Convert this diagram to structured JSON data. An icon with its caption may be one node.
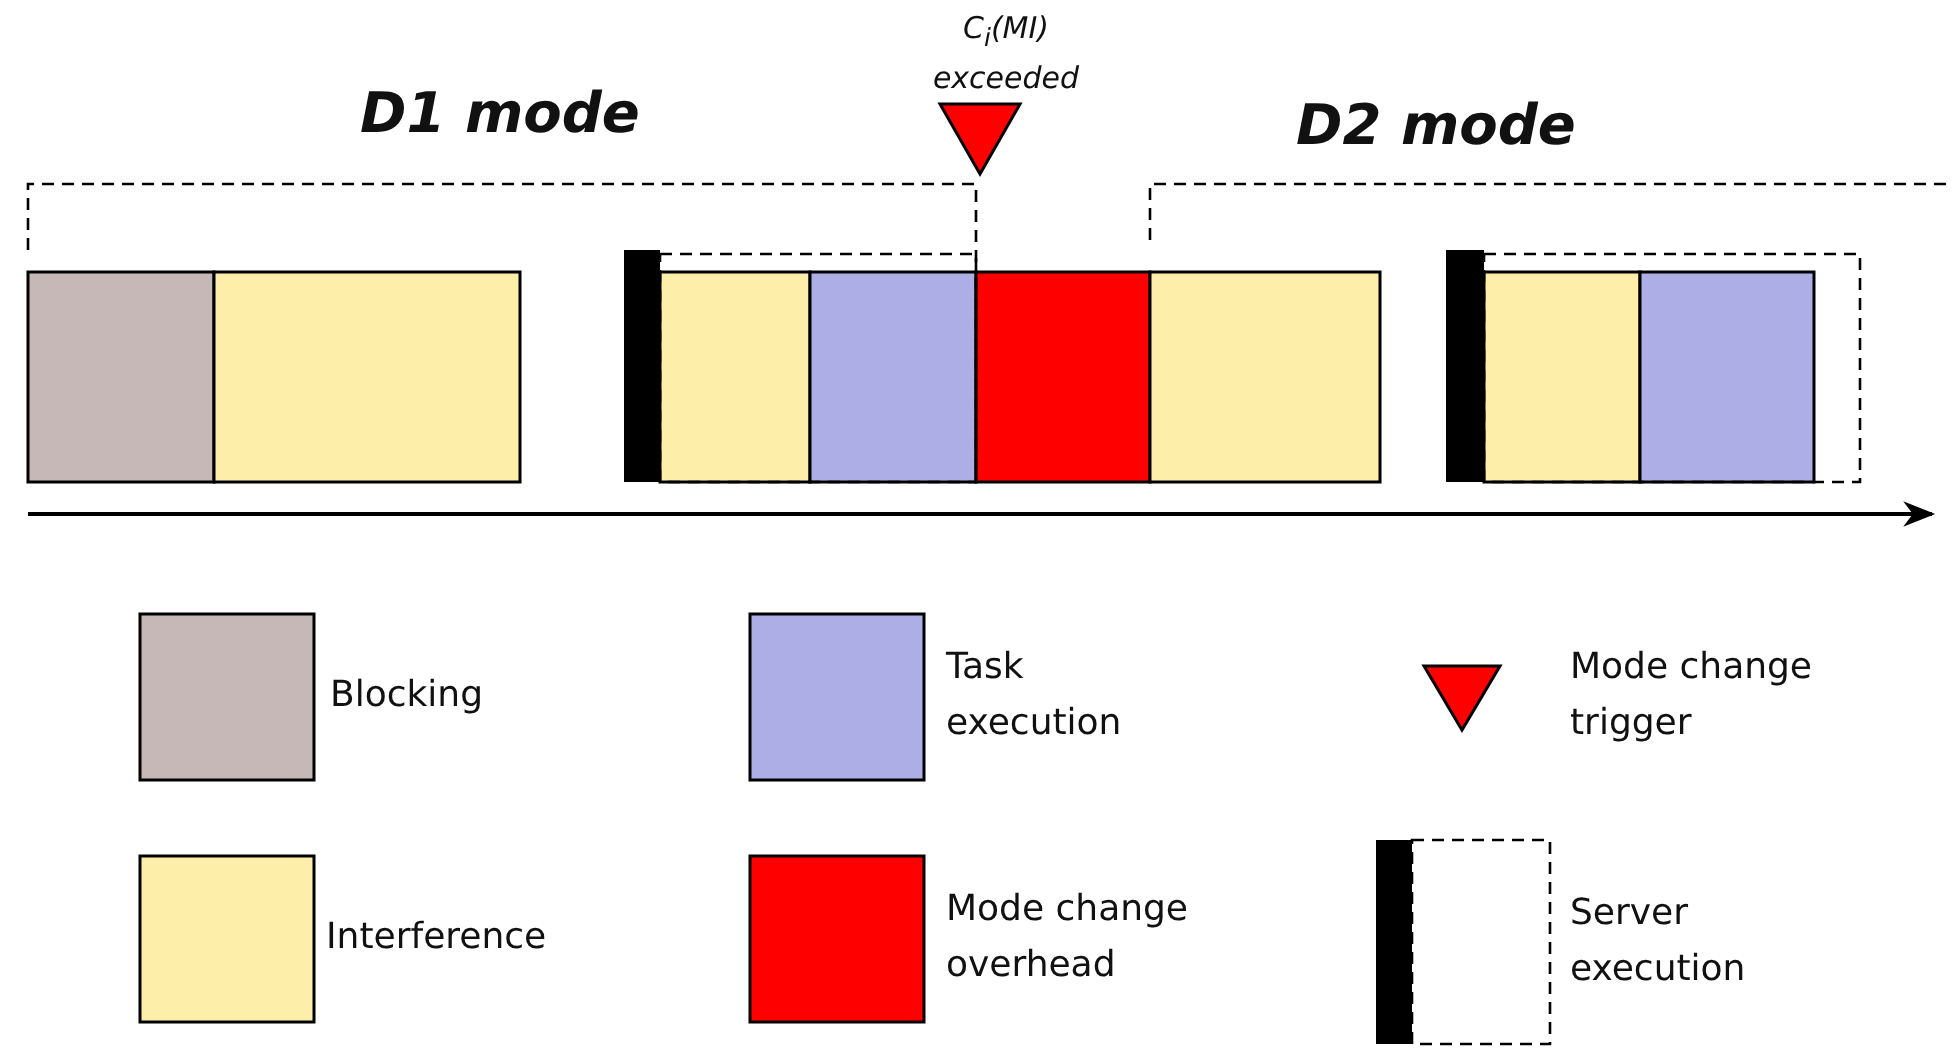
{
  "diagram": {
    "labels": [
      "D1 mode",
      "C$_{i}$(MI) exceeded",
      "D2 mode"
    ],
    "legend": [
      {
        "text": "Blocking",
        "color": "#c6b8b7"
      },
      {
        "text": "Task execution",
        "color": "#aeaee6"
      },
      {
        "text": "Mode change trigger"
      },
      {
        "text": "Interference",
        "color": "#fdeeaa"
      },
      {
        "text": "Mode change overhead",
        "color": "#ff0000"
      },
      {
        "text": "Server execution"
      }
    ]
  }
}
